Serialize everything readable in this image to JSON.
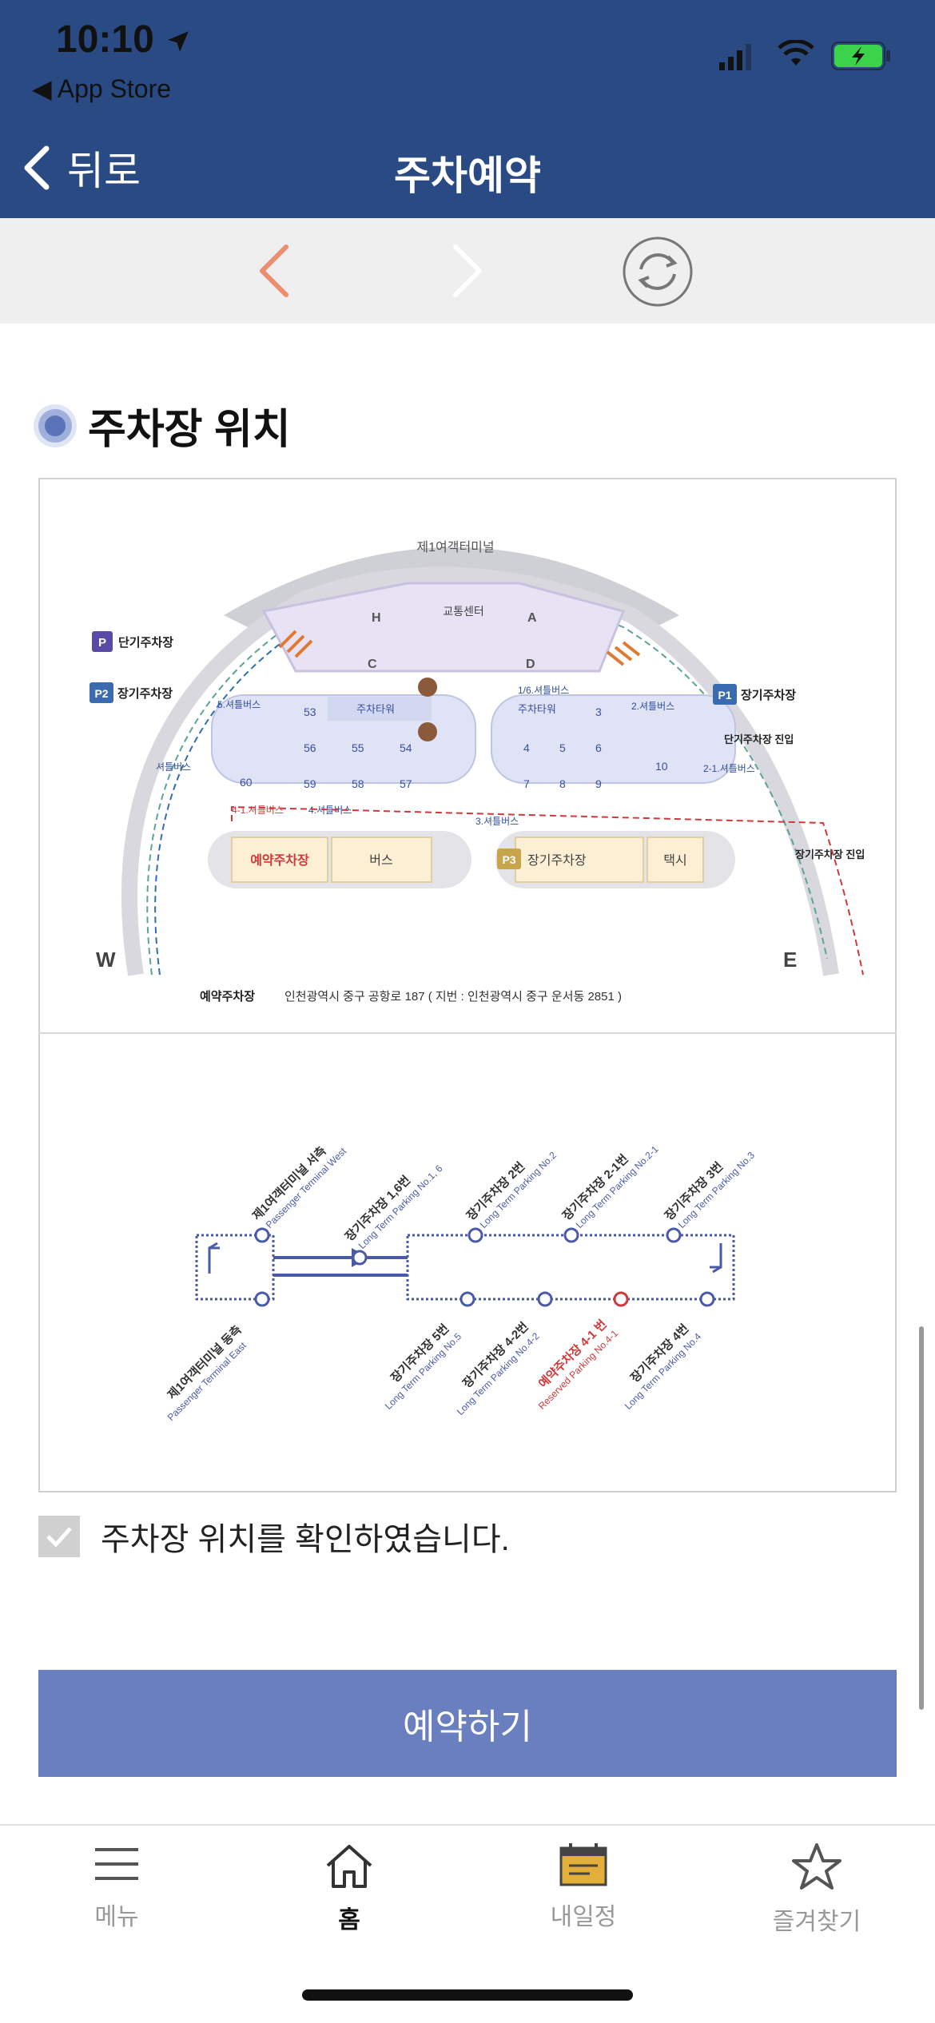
{
  "status_bar": {
    "time": "10:10",
    "back_app": "◀ App Store"
  },
  "navbar": {
    "back_label": "뒤로",
    "title": "주차예약"
  },
  "section": {
    "title": "주차장 위치"
  },
  "map": {
    "terminal": "제1여객터미널",
    "transport_center": "교통센터",
    "zones": [
      "H",
      "A",
      "C",
      "D"
    ],
    "parking_tower_left": "주차타워",
    "parking_tower_right": "주차타워",
    "short_term": "단기주차장",
    "p2_long_term": "장기주차장",
    "p1_long_term": "장기주차장",
    "p_badge": "P",
    "p1_badge": "P1",
    "p2_badge": "P2",
    "p3_badge": "P3",
    "short_entry": "단기주차장 진입",
    "long_entry": "장기주차장 진입",
    "lots_left": [
      "53",
      "56",
      "55",
      "54",
      "59",
      "58",
      "57",
      "60"
    ],
    "lots_right": [
      "3",
      "4",
      "5",
      "6",
      "7",
      "8",
      "9",
      "10"
    ],
    "bus_5": "5.셔틀버스",
    "bus_16": "1/6.셔틀버스",
    "bus_2": "2.셔틀버스",
    "bus_21": "2-1.셔틀버스",
    "bus_shuttle": "셔틀버스",
    "bus_41": "4-1.셔틀버스",
    "bus_4": "4.셔틀버스",
    "bus_3": "3.셔틀버스",
    "reserved_lot": "예약주차장",
    "bus_lot": "버스",
    "p3_long_term": "장기주차장",
    "taxi": "택시",
    "west": "W",
    "east": "E",
    "address_label": "예약주차장",
    "address": "인천광역시 중구 공항로 187 ( 지번 : 인천광역시 중구 운서동 2851 )"
  },
  "route": {
    "top_stops": [
      {
        "ko": "제1여객터미널 서측",
        "en": "Passenger Terminal West"
      },
      {
        "ko": "장기주차장 1,6번",
        "en": "Long Term Parking No.1, 6"
      },
      {
        "ko": "장기주차장 2번",
        "en": "Long Term Parking No.2"
      },
      {
        "ko": "장기주차장 2-1번",
        "en": "Long Term Parking No.2-1"
      },
      {
        "ko": "장기주차장 3번",
        "en": "Long Term Parking No.3"
      }
    ],
    "bottom_stops": [
      {
        "ko": "제1여객터미널 동측",
        "en": "Passenger Terminal East"
      },
      {
        "ko": "장기주차장 5번",
        "en": "Long Term Parking No.5"
      },
      {
        "ko": "장기주차장 4-2번",
        "en": "Long Term Parking No.4-2"
      },
      {
        "ko": "예약주차장 4-1 번",
        "en": "Reserved Parking No.4-1"
      },
      {
        "ko": "장기주차장 4번",
        "en": "Long Term Parking No.4"
      }
    ]
  },
  "confirm": {
    "label": "주차장 위치를 확인하였습니다."
  },
  "reserve_button": {
    "label": "예약하기"
  },
  "tabbar": {
    "items": [
      {
        "label": "메뉴",
        "icon": "menu-icon"
      },
      {
        "label": "홈",
        "icon": "home-icon"
      },
      {
        "label": "내일정",
        "icon": "calendar-icon"
      },
      {
        "label": "즐겨찾기",
        "icon": "star-icon"
      }
    ]
  },
  "colors": {
    "primary": "#2a4a84",
    "button": "#6a7fbf",
    "reserved": "#e24a4a",
    "route_blue": "#3a4fa0"
  }
}
